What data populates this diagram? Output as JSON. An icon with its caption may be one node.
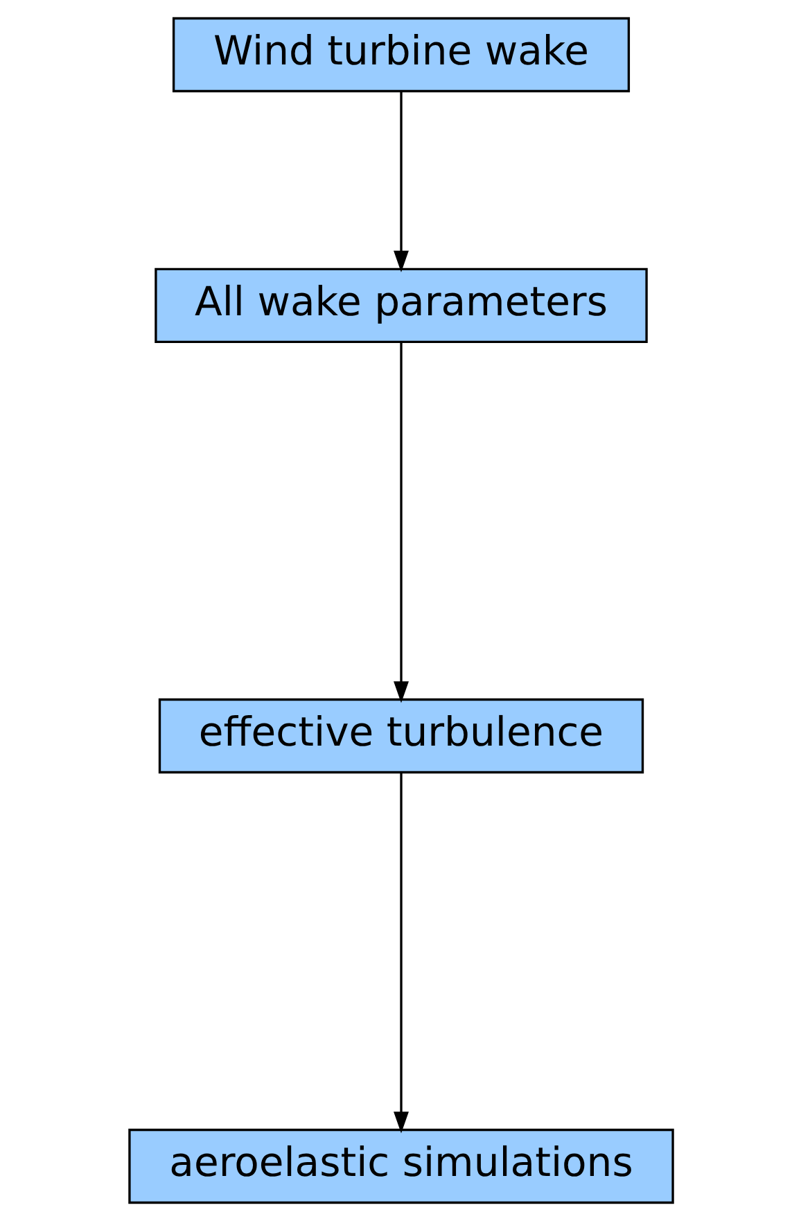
{
  "diagram": {
    "nodes": [
      {
        "text": [
          "Wind turbine wake"
        ]
      },
      {
        "text": [
          "All wake parameters"
        ]
      },
      {
        "text": [
          "effective turbulence"
        ]
      },
      {
        "text": [
          "aeroelastic simulations"
        ]
      }
    ],
    "edges": [
      {
        "from": 0,
        "to": 1,
        "arrow": "to"
      },
      {
        "from": 1,
        "to": 2,
        "arrow": "to"
      },
      {
        "from": 2,
        "to": 3,
        "arrow": "to"
      }
    ]
  }
}
